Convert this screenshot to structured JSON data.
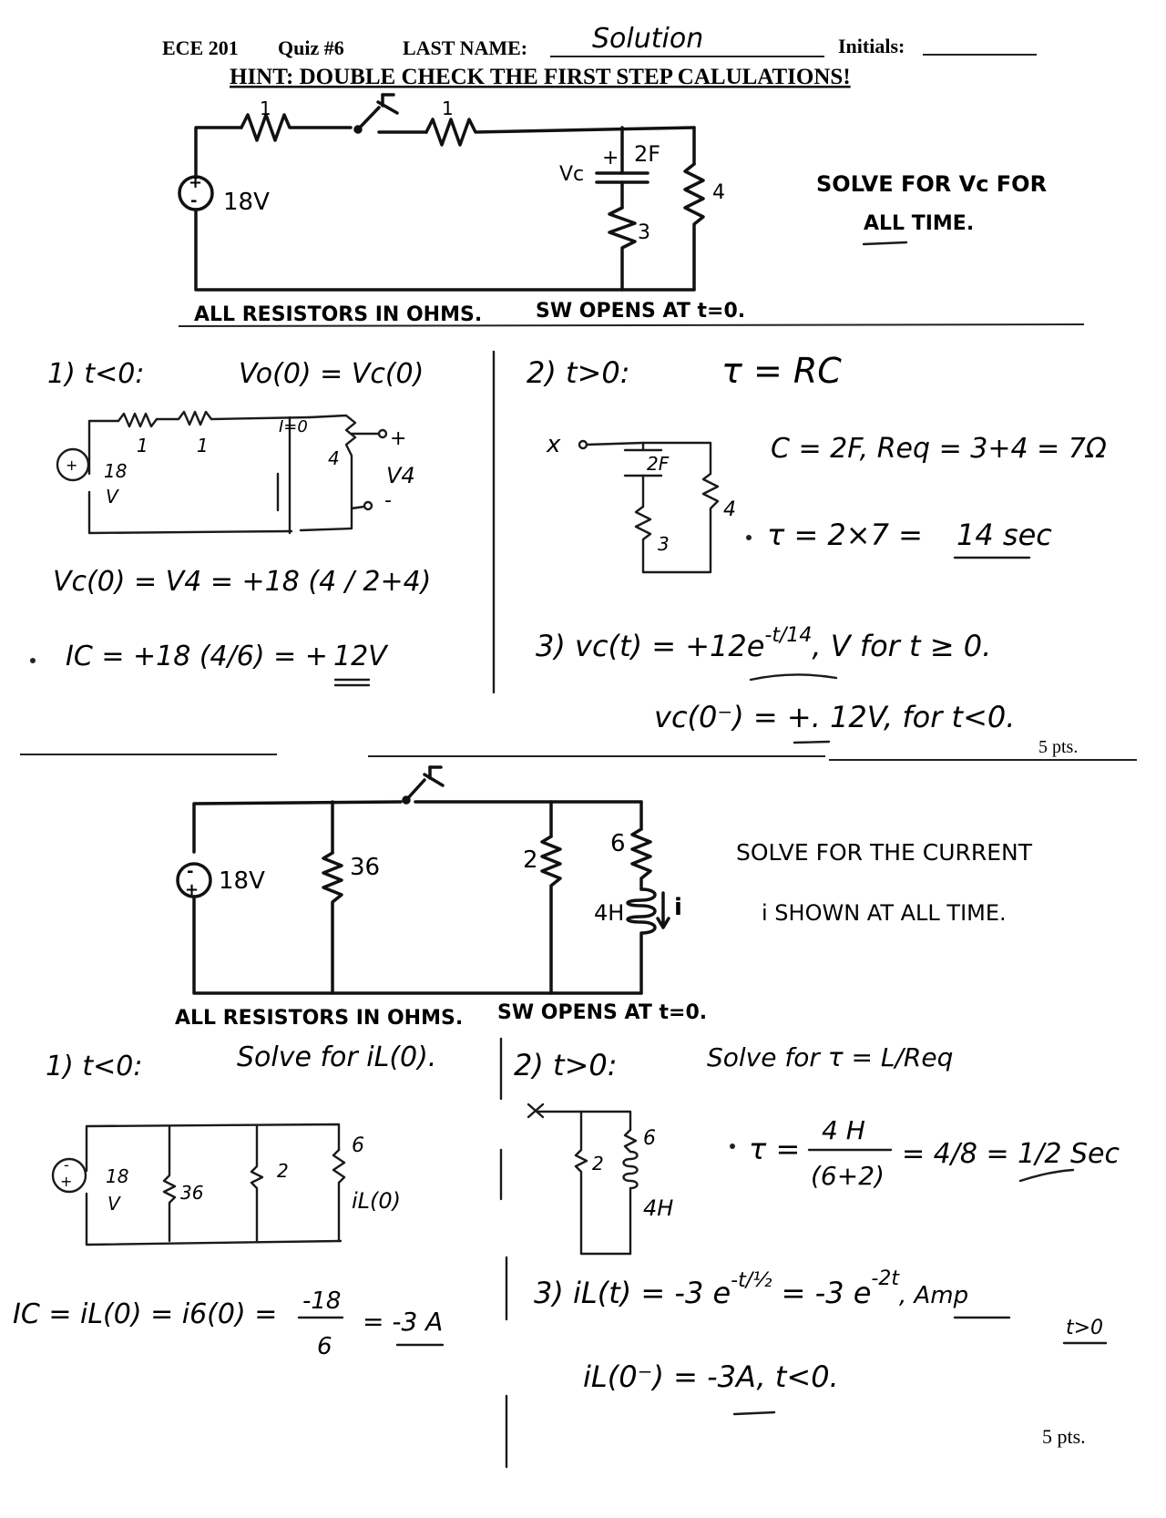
{
  "header": {
    "course": "ECE 201",
    "quiz": "Quiz #6",
    "last_name_label": "LAST NAME:",
    "last_name_value": "Solution",
    "initials_label": "Initials:",
    "hint": "HINT: DOUBLE CHECK THE FIRST STEP CALULATIONS!"
  },
  "problem1": {
    "circuit": {
      "r1": "1",
      "r2": "1",
      "source": "18V",
      "cap_plus": "+",
      "cap_value": "2F",
      "cap_label": "Vc",
      "r3": "3",
      "r4": "4"
    },
    "task_line1": "SOLVE FOR Vc FOR",
    "task_line2": "ALL TIME.",
    "note_resistors": "ALL RESISTORS IN OHMS.",
    "note_switch": "SW OPENS AT t=0.",
    "step1": {
      "heading": "1)  t<0:",
      "equation": "Vo(0) = Vc(0)",
      "fig_source": "18",
      "fig_source_unit": "V",
      "fig_r1": "1",
      "fig_r2": "1",
      "fig_i": "I=0",
      "fig_r4": "4",
      "fig_plus": "+",
      "fig_v4": "V4",
      "fig_minus": "-",
      "line1": "Vc(0) = V4 = +18 (4 / 2+4)",
      "ic_label": "IC = +18 (4/6) = +",
      "ic_value": "12V"
    },
    "step2": {
      "heading": "2)  t>0:",
      "tau_def": "τ = RC",
      "fig_x": "x",
      "fig_cap": "2F",
      "fig_r4": "4",
      "fig_r3": "3",
      "values": "C = 2F,  Req = 3+4 = 7Ω",
      "tau": "τ = 2×7 = ",
      "tau_value": "14 sec"
    },
    "step3": {
      "line1": "3)  vc(t) = +12e",
      "line1_exp": "-t/14",
      "line1_tail": ", V  for t ≥ 0.",
      "line2": "vc(0⁻) = +. 12V,  for t<0."
    },
    "points": "5 pts."
  },
  "problem2": {
    "circuit": {
      "source": "18V",
      "r36": "36",
      "r2": "2",
      "r6": "6",
      "inductor": "4H",
      "current": "i"
    },
    "task_line1": "SOLVE FOR THE CURRENT",
    "task_line2": "i SHOWN AT ALL TIME.",
    "note_resistors": "ALL RESISTORS IN OHMS.",
    "note_switch": "SW OPENS AT t=0.",
    "step1": {
      "heading": "1)  t<0:",
      "text": "Solve for iL(0).",
      "fig_source": "18",
      "fig_source_unit": "V",
      "fig_r36": "36",
      "fig_r2": "2",
      "fig_r6": "6",
      "fig_il": "iL(0)",
      "ic_line": "IC = iL(0) = i6(0) = ",
      "ic_frac_num": "-18",
      "ic_frac_den": "6",
      "ic_result": "= -3 A"
    },
    "step2": {
      "heading": "2)  t>0:",
      "text": "Solve for τ = L/Req",
      "fig_x": "x",
      "fig_r2": "2",
      "fig_r6": "6",
      "fig_l": "4H",
      "tau_label": "τ = ",
      "tau_num": "4 H",
      "tau_den": "(6+2)",
      "tau_eq": "= 4/8 = 1/2 Sec"
    },
    "step3": {
      "line1": "3)  iL(t) = -3 e",
      "line1_exp": "-t/½",
      "line1_mid": " = -3 e",
      "line1_exp2": "-2t",
      "unit": ", Amp",
      "condition": "t>0",
      "line2": "iL(0⁻) = -3A,  t<0."
    },
    "points": "5 pts."
  }
}
